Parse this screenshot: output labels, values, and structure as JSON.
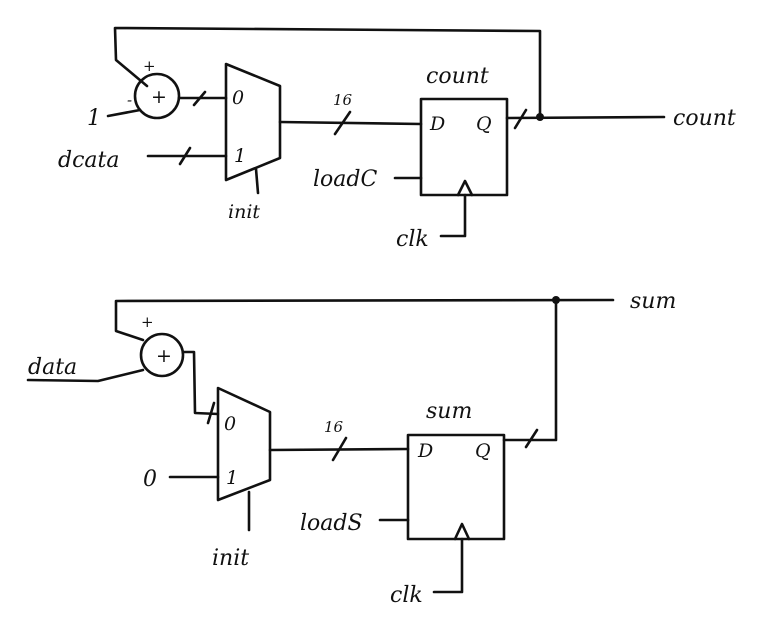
{
  "top": {
    "plus_sign": "+",
    "minus_sign": "-",
    "adder_symbol": "+",
    "const_one": "1",
    "data_input": "dcata",
    "mux_in0": "0",
    "mux_in1": "1",
    "mux_sel": "init",
    "bus_width": "16",
    "reg_name": "count",
    "reg_d": "D",
    "reg_q": "Q",
    "load_signal": "loadC",
    "clock": "clk",
    "output": "count"
  },
  "bottom": {
    "plus_sign": "+",
    "adder_symbol": "+",
    "data_input": "data",
    "const_zero": "0",
    "mux_in0": "0",
    "mux_in1": "1",
    "mux_sel": "init",
    "bus_width": "16",
    "reg_name": "sum",
    "reg_d": "D",
    "reg_q": "Q",
    "load_signal": "loadS",
    "clock": "clk",
    "output": "sum"
  }
}
